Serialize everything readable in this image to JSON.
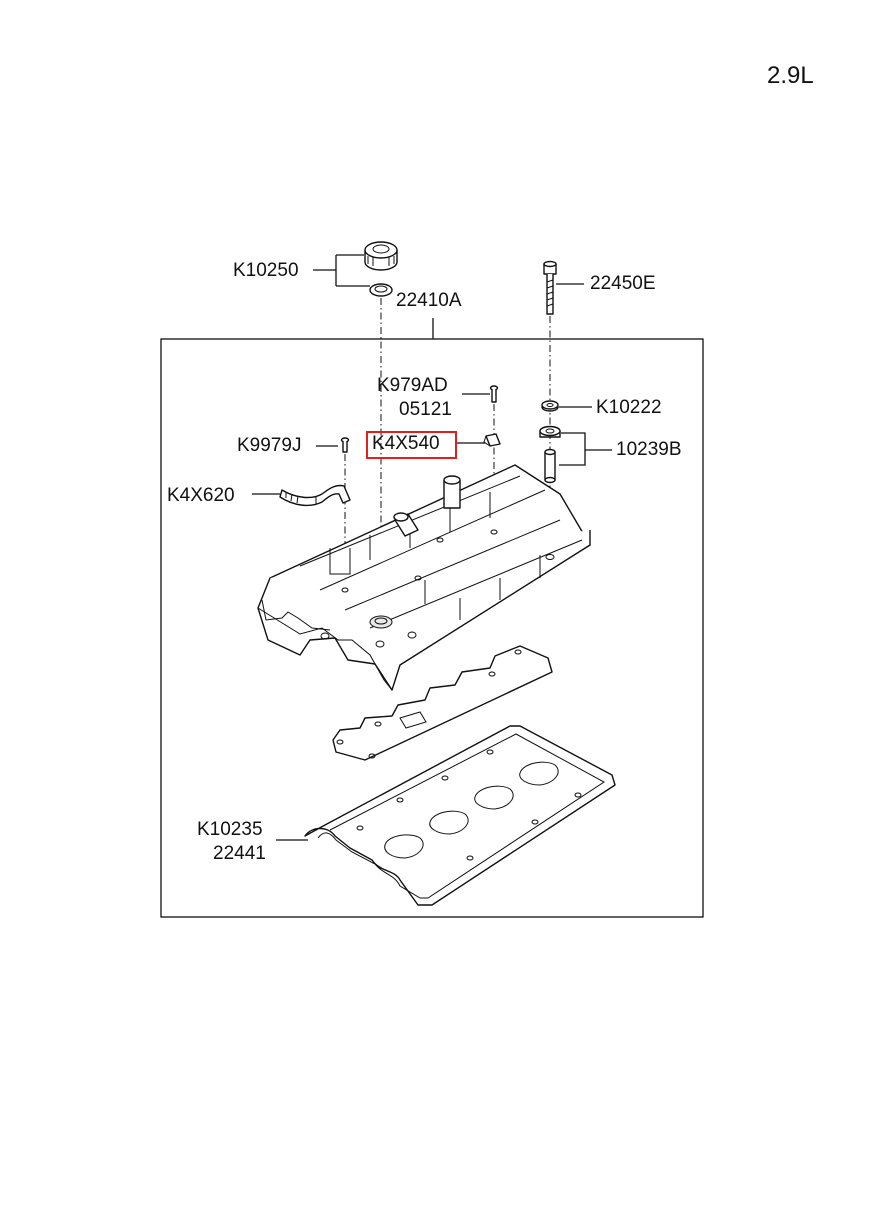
{
  "engine_label": "2.9L",
  "highlight_color": "#e0201c",
  "labels": {
    "k10250": "K10250",
    "p22410a": "22410A",
    "p22450e": "22450E",
    "k979ad": "K979AD",
    "p05121": "05121",
    "k10222": "K10222",
    "k9979j": "K9979J",
    "k4x540": "K4X540",
    "p10239b": "10239B",
    "k4x620": "K4X620",
    "k10235": "K10235",
    "p22441": "22441"
  }
}
